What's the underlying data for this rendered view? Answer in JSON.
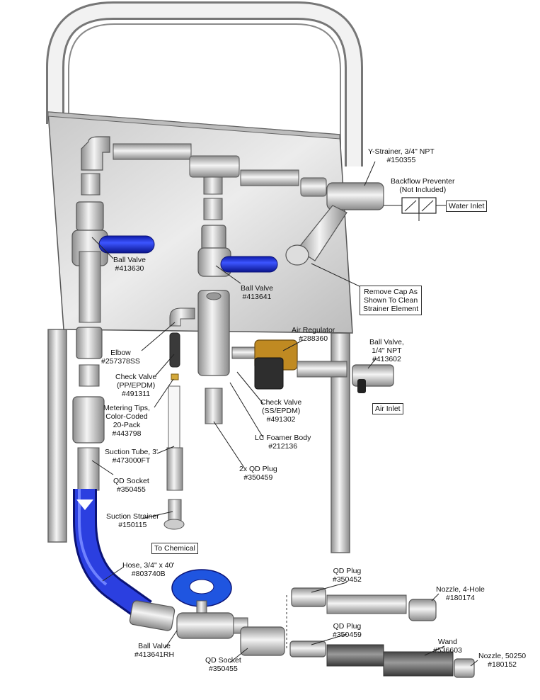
{
  "labels": {
    "y_strainer": {
      "name": "Y-Strainer, 3/4\" NPT",
      "part": "#150355"
    },
    "backflow": {
      "line1": "Backflow Preventer",
      "line2": "(Not Included)"
    },
    "water_inlet": "Water Inlet",
    "ball_valve_left": {
      "name": "Ball Valve",
      "part": "#413630"
    },
    "ball_valve_center": {
      "name": "Ball Valve",
      "part": "#413641"
    },
    "remove_cap": {
      "line1": "Remove Cap As",
      "line2": "Shown To Clean",
      "line3": "Strainer Element"
    },
    "air_regulator": {
      "name": "Air Regulator",
      "part": "#288360"
    },
    "ball_valve_quarter": {
      "line1": "Ball Valve,",
      "line2": "1/4\" NPT",
      "part": "#413602"
    },
    "air_inlet": "Air Inlet",
    "elbow": {
      "name": "Elbow",
      "part": "#257378SS"
    },
    "check_valve_pp": {
      "line1": "Check Valve",
      "line2": "(PP/EPDM)",
      "part": "#491311"
    },
    "metering_tips": {
      "line1": "Metering Tips,",
      "line2": "Color-Coded",
      "line3": "20-Pack",
      "part": "#443798"
    },
    "check_valve_ss": {
      "line1": "Check Valve",
      "line2": "(SS/EPDM)",
      "part": "#491302"
    },
    "lc_foamer": {
      "name": "LC Foamer Body",
      "part": "#212136"
    },
    "suction_tube": {
      "name": "Suction Tube, 3'",
      "part": "#473000FT"
    },
    "qd_plug_2x": {
      "name": "2x QD Plug",
      "part": "#350459"
    },
    "qd_socket_left": {
      "name": "QD Socket",
      "part": "#350455"
    },
    "suction_strainer": {
      "name": "Suction Strainer",
      "part": "#150115"
    },
    "to_chemical": "To Chemical",
    "hose": {
      "name": "Hose, 3/4\" x 40'",
      "part": "#803740B"
    },
    "qd_plug_top": {
      "name": "QD Plug",
      "part": "#350452"
    },
    "nozzle_4hole": {
      "name": "Nozzle, 4-Hole",
      "part": "#180174"
    },
    "qd_plug_bottom": {
      "name": "QD Plug",
      "part": "#350459"
    },
    "wand": {
      "name": "Wand",
      "part": "#536603"
    },
    "ball_valve_rh": {
      "name": "Ball Valve",
      "part": "#413641RH"
    },
    "qd_socket_bottom": {
      "name": "QD Socket",
      "part": "#350455"
    },
    "nozzle_50250": {
      "name": "Nozzle, 50250",
      "part": "#180152"
    }
  },
  "colors": {
    "handle_blue": "#1f2fd6",
    "hose_blue": "#2b3fe0",
    "metal_light": "#e6e6e6",
    "metal_dark": "#9a9a9a",
    "brass": "#b98a2a",
    "panel": "#d8d8d8"
  }
}
